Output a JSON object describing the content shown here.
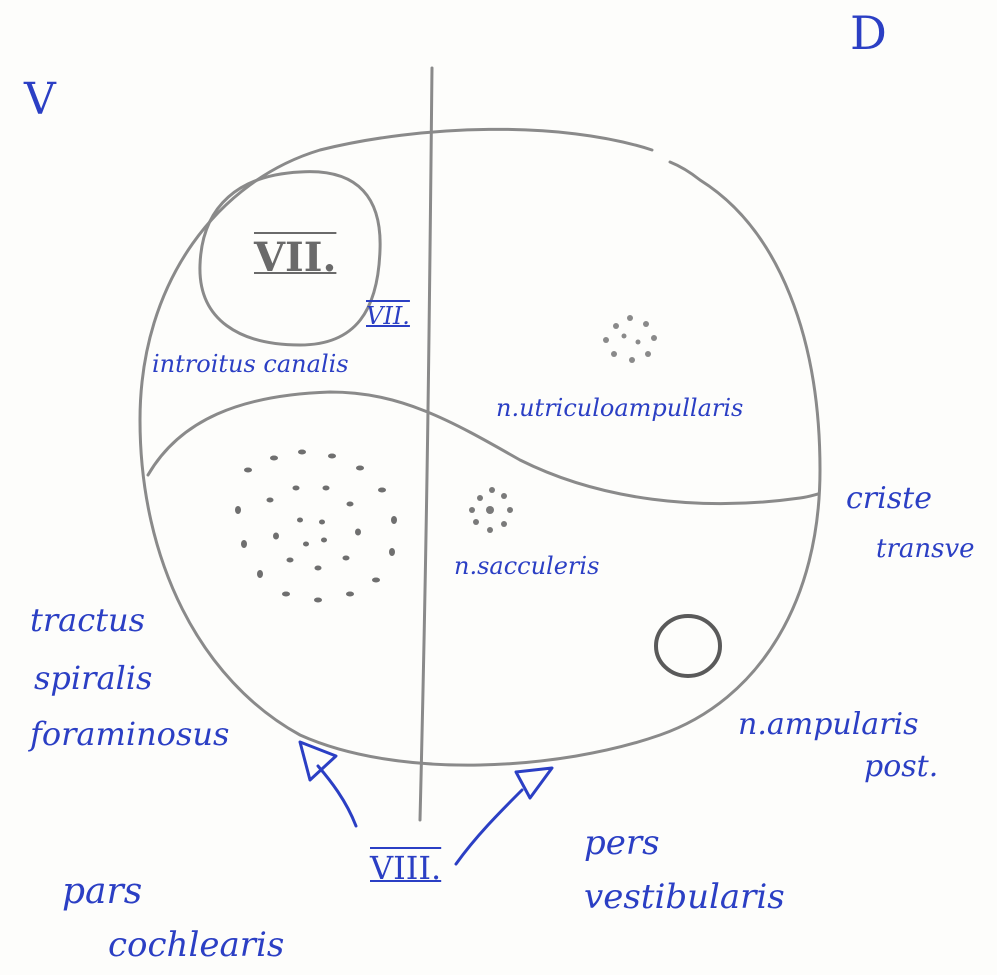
{
  "orientation": {
    "ventral": "V",
    "dorsal": "D"
  },
  "nerve_inner": {
    "roman_pencil": "VII."
  },
  "labels": {
    "facial_nerve": "VII.",
    "introitus": "introitus canalis",
    "utriculo": "n.utriculoampullaris",
    "crista": "criste",
    "crista_2": "transve",
    "sacculus": "n.sacculeris",
    "tractus_1": "tractus",
    "tractus_2": "spiralis",
    "tractus_3": "foraminosus",
    "ampullaris_1": "n.ampularis",
    "ampullaris_2": "post.",
    "nerve_viii": "VIII.",
    "pars_cochlearis_1": "pars",
    "pars_cochlearis_2": "cochlearis",
    "pars_vestibularis_1": "pers",
    "pars_vestibularis_2": "vestibularis"
  },
  "colors": {
    "ink": "#2b3fc4",
    "pencil": "#8a8a8a",
    "pencil_dark": "#5a5a5a"
  }
}
